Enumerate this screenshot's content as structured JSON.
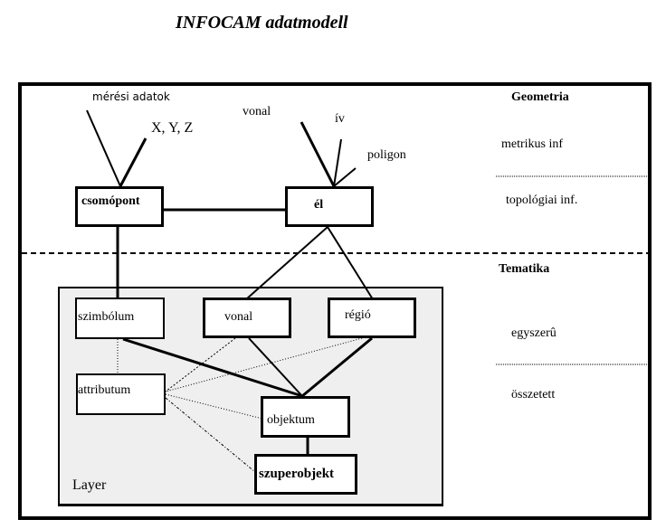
{
  "title": "INFOCAM adatmodell",
  "geometry_section": {
    "heading": "Geometria",
    "items": [
      "metrikus inf",
      "topológiai inf."
    ]
  },
  "thematic_section": {
    "heading": "Tematika",
    "items": [
      "egyszerû",
      "összetett"
    ]
  },
  "inputs": {
    "node_inputs": [
      "mérési adatok",
      "X, Y, Z"
    ],
    "edge_inputs": [
      "vonal",
      "ív",
      "poligon"
    ]
  },
  "nodes": {
    "csomopont": "csomópont",
    "el": "él",
    "szimbolum": "szimbólum",
    "vonal": "vonal",
    "regio": "régió",
    "attributum": "attributum",
    "objektum": "objektum",
    "szuperobjekt": "szuperobjekt"
  },
  "layer_label": "Layer",
  "edges": [
    {
      "from": "csomopont",
      "to": "el",
      "style": "solid"
    },
    {
      "from": "csomopont",
      "to": "szimbolum",
      "style": "solid"
    },
    {
      "from": "el",
      "to": "vonal",
      "style": "solid"
    },
    {
      "from": "el",
      "to": "regio",
      "style": "solid"
    },
    {
      "from": "szimbolum",
      "to": "objektum",
      "style": "solid"
    },
    {
      "from": "vonal",
      "to": "objektum",
      "style": "solid"
    },
    {
      "from": "regio",
      "to": "objektum",
      "style": "solid"
    },
    {
      "from": "objektum",
      "to": "szuperobjekt",
      "style": "solid"
    },
    {
      "from": "szimbolum",
      "to": "attributum",
      "style": "dotted"
    },
    {
      "from": "vonal",
      "to": "attributum",
      "style": "dotted"
    },
    {
      "from": "regio",
      "to": "attributum",
      "style": "dotted"
    },
    {
      "from": "attributum",
      "to": "objektum",
      "style": "dotted"
    },
    {
      "from": "attributum",
      "to": "szuperobjekt",
      "style": "dotted"
    }
  ]
}
